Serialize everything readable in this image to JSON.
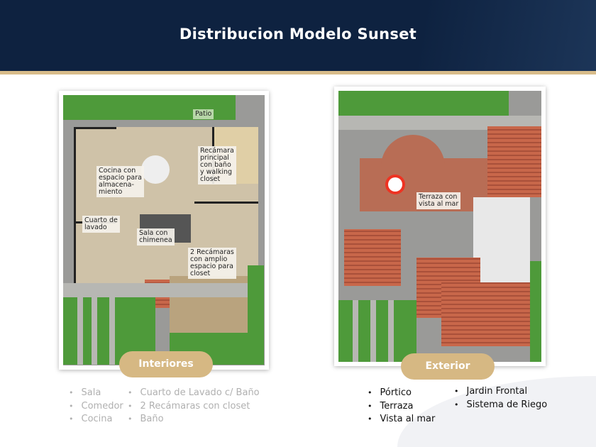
{
  "header": {
    "title": "Distribucion Modelo Sunset"
  },
  "interiores": {
    "button": "Interiores",
    "plan_labels": {
      "patio": "Patio",
      "cocina": "Cocina con\nespacio para\nalmacena-\nmiento",
      "recamara": "Recámara\nprincipal\ncon baño\ny walking\ncloset",
      "cuarto": "Cuarto de\nlavado",
      "sala": "Sala con\nchimenea",
      "recamaras2": "2 Recámaras\ncon amplio\nespacio para\ncloset"
    },
    "col1": [
      "Sala",
      "Comedor",
      "Cocina"
    ],
    "col2": [
      "Cuarto de Lavado c/ Baño",
      "2 Recámaras con closet",
      "Baño"
    ]
  },
  "exterior": {
    "button": "Exterior",
    "plan_labels": {
      "terraza": "Terraza con\nvista al mar"
    },
    "col1": [
      "Pórtico",
      "Terraza",
      "Vista al mar"
    ],
    "col2": [
      "Jardin Frontal",
      "Sistema de Riego"
    ]
  }
}
